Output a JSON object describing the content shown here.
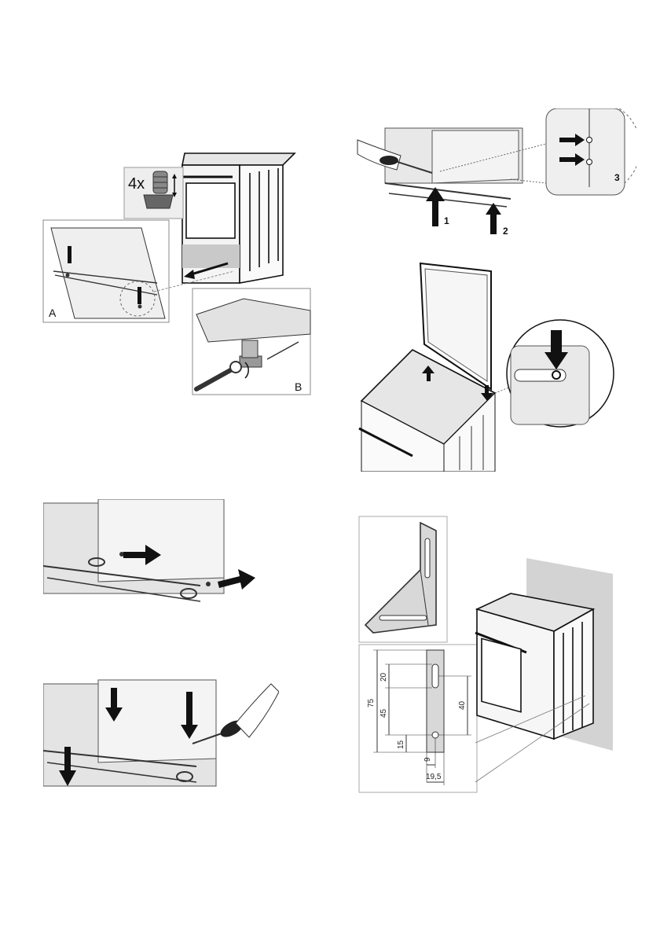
{
  "figures": {
    "feet": {
      "quantity_label": "4x",
      "label_a": "A",
      "label_b": "B"
    },
    "rear_panel": {
      "step_1": "1",
      "step_2": "2",
      "step_3": "3"
    },
    "bracket": {
      "dim_75": "75",
      "dim_20": "20",
      "dim_45": "45",
      "dim_15": "15",
      "dim_40": "40",
      "dim_9": "9",
      "dim_19_5": "19,5"
    }
  }
}
